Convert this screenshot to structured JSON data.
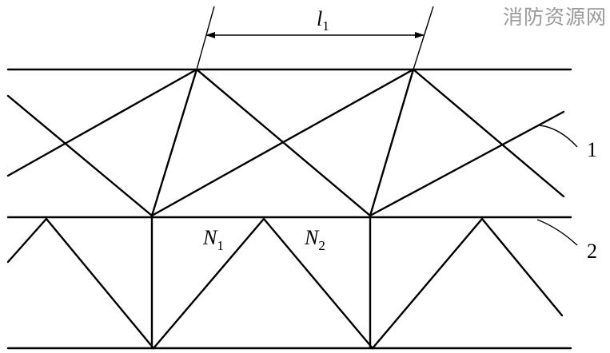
{
  "watermark": "消防资源网",
  "dimension": {
    "symbol": "l",
    "subscript": "1"
  },
  "nodes": [
    {
      "symbol": "N",
      "subscript": "1"
    },
    {
      "symbol": "N",
      "subscript": "2"
    }
  ],
  "callouts": [
    "1",
    "2"
  ]
}
